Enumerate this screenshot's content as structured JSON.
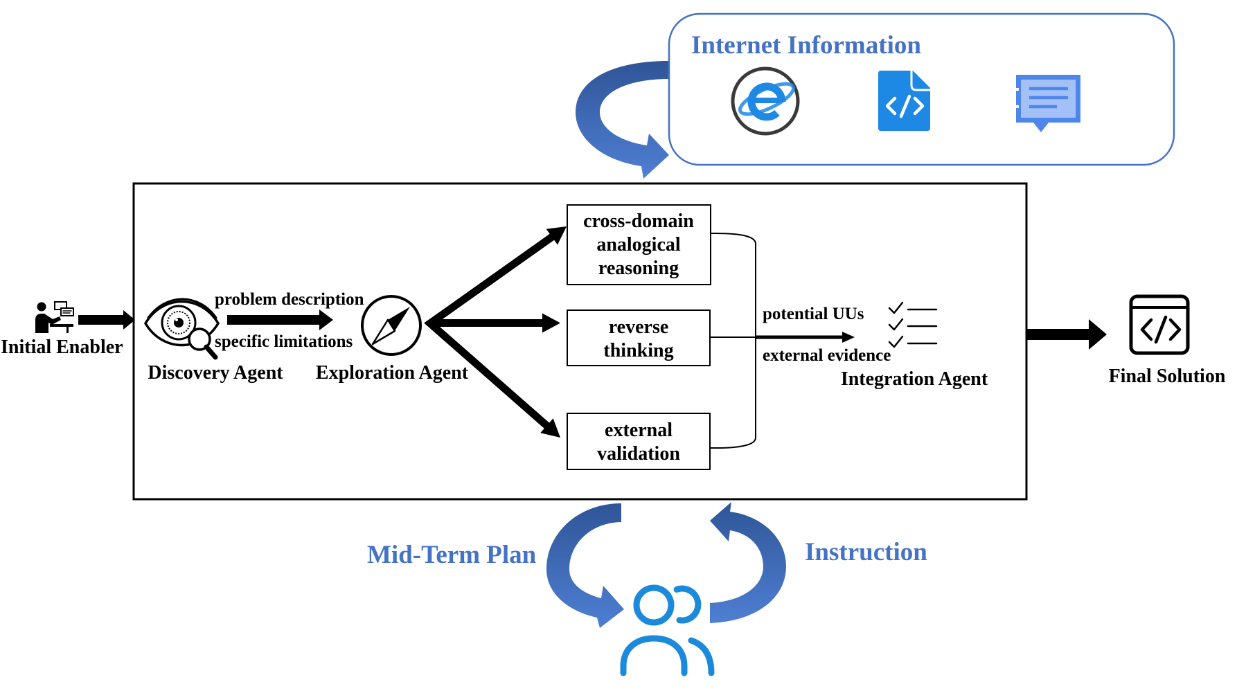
{
  "colors": {
    "accent": "#4472C4",
    "arrow_dark": "#2F5597",
    "arrow_light": "#4F7FD3",
    "people": "#1C8ADB",
    "file_icon": "#1E88E5",
    "chat_icon": "#4F86EA",
    "chat_fill": "#A3C1F7",
    "ie_ring": "#3A3A3A",
    "ink": "#000000"
  },
  "internet_panel": {
    "title": "Internet Information",
    "icons": [
      "internet-explorer-icon",
      "code-file-icon",
      "chat-document-icon"
    ]
  },
  "initial_enabler": {
    "label": "Initial Enabler",
    "icon": "user-presenting-icon"
  },
  "discovery_agent": {
    "label": "Discovery Agent",
    "icon": "eye-magnifier-icon"
  },
  "discovery_to_exploration": {
    "upper_label": "problem description",
    "lower_label": "specific limitations"
  },
  "exploration_agent": {
    "label": "Exploration Agent",
    "icon": "compass-icon"
  },
  "strategies": [
    {
      "lines": [
        "cross-domain",
        "analogical",
        "reasoning"
      ]
    },
    {
      "lines": [
        "reverse",
        "thinking"
      ]
    },
    {
      "lines": [
        "external",
        "validation"
      ]
    }
  ],
  "strategies_to_integration": {
    "upper_label": "potential UUs",
    "lower_label": "external evidence"
  },
  "integration_agent": {
    "label": "Integration Agent",
    "icon": "checklist-icon"
  },
  "final_solution": {
    "label": "Final Solution",
    "icon": "code-window-icon"
  },
  "feedback_loop": {
    "left_label": "Mid-Term Plan",
    "right_label": "Instruction",
    "icon": "users-icon"
  }
}
